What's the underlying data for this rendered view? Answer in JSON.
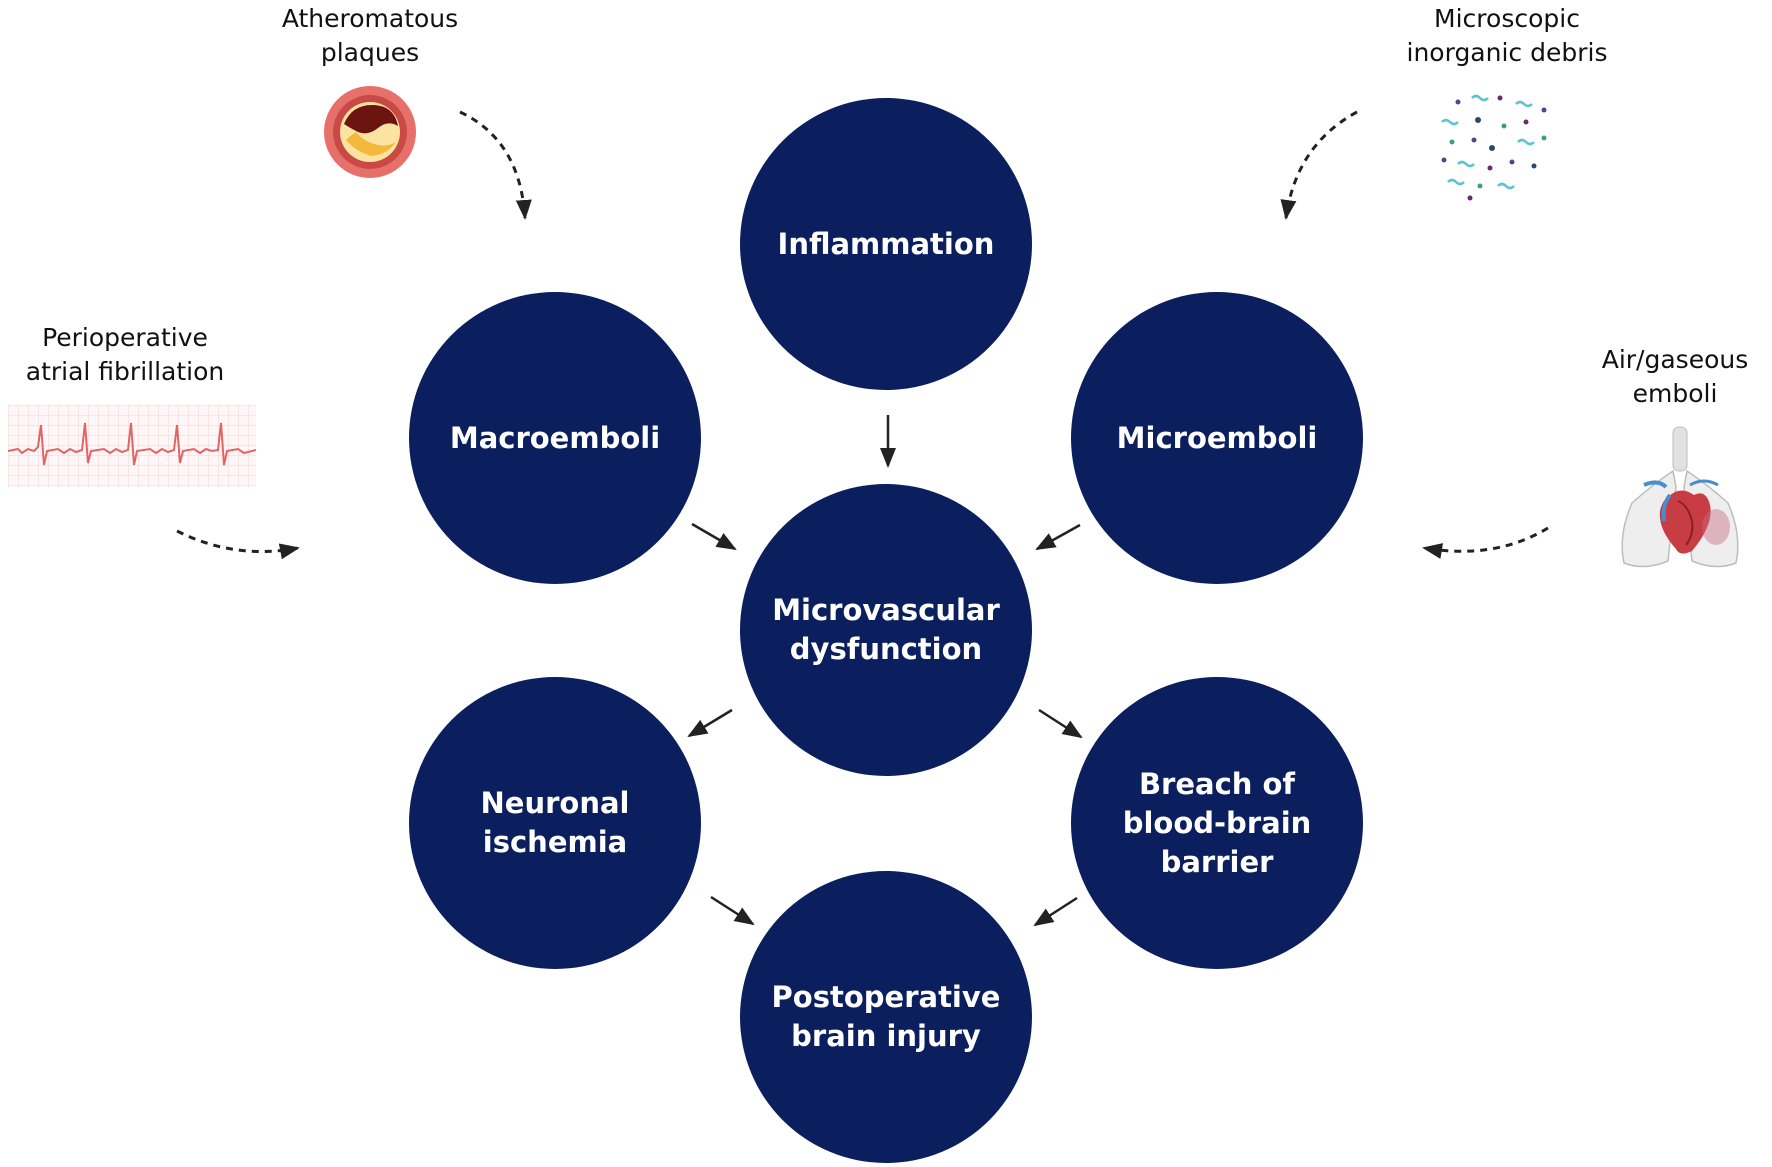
{
  "colors": {
    "node_fill": "#0b1f5e",
    "node_text": "#ffffff",
    "arrow": "#222222"
  },
  "nodes": {
    "inflammation": "Inflammation",
    "macroemboli": "Macroemboli",
    "microemboli": "Microemboli",
    "microvascular": "Microvascular\ndysfunction",
    "neuronal": "Neuronal\nischemia",
    "bbb": "Breach of\nblood-brain\nbarrier",
    "brain_injury": "Postoperative\nbrain injury"
  },
  "sources": {
    "atheromatous": "Atheromatous\nplaques",
    "afib": "Perioperative\natrial fibrillation",
    "debris": "Microscopic\ninorganic debris",
    "air": "Air/gaseous\nemboli"
  },
  "icons": {
    "atheromatous": "artery-plaque-icon",
    "afib": "ecg-trace-icon",
    "debris": "debris-particles-icon",
    "air": "lungs-heart-icon"
  }
}
